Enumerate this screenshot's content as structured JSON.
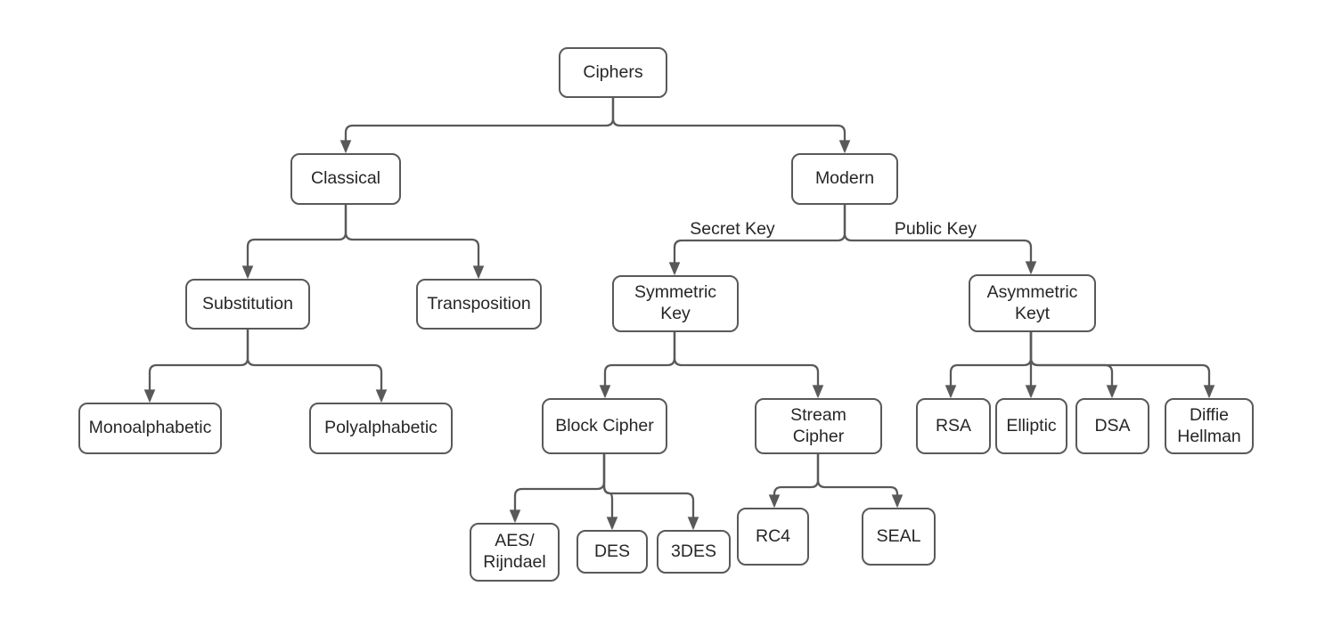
{
  "diagram": {
    "type": "tree",
    "root_label": "Ciphers",
    "colors": {
      "line": "#595959",
      "node_border": "#595959",
      "node_fill": "#ffffff",
      "text": "#262626",
      "background": "#ffffff"
    }
  },
  "nodes": {
    "ciphers": {
      "label": "Ciphers"
    },
    "classical": {
      "label": "Classical"
    },
    "modern": {
      "label": "Modern"
    },
    "substitution": {
      "label": "Substitution"
    },
    "transposition": {
      "label": "Transposition"
    },
    "symmetric_key": {
      "label": "Symmetric\nKey"
    },
    "asymmetric_keyt": {
      "label": "Asymmetric\nKeyt"
    },
    "monoalphabetic": {
      "label": "Monoalphabetic"
    },
    "polyalphabetic": {
      "label": "Polyalphabetic"
    },
    "block_cipher": {
      "label": "Block Cipher"
    },
    "stream_cipher": {
      "label": "Stream\nCipher"
    },
    "rsa": {
      "label": "RSA"
    },
    "elliptic": {
      "label": "Elliptic"
    },
    "dsa": {
      "label": "DSA"
    },
    "diffie_hellman": {
      "label": "Diffie\nHellman"
    },
    "aes_rijndael": {
      "label": "AES/\nRijndael"
    },
    "des": {
      "label": "DES"
    },
    "tdes": {
      "label": "3DES"
    },
    "rc4": {
      "label": "RC4"
    },
    "seal": {
      "label": "SEAL"
    }
  },
  "edge_labels": {
    "secret_key": "Secret Key",
    "public_key": "Public Key"
  },
  "edges": [
    {
      "from": "ciphers",
      "to": "classical"
    },
    {
      "from": "ciphers",
      "to": "modern"
    },
    {
      "from": "classical",
      "to": "substitution"
    },
    {
      "from": "classical",
      "to": "transposition"
    },
    {
      "from": "modern",
      "to": "symmetric_key",
      "label": "Secret Key"
    },
    {
      "from": "modern",
      "to": "asymmetric_keyt",
      "label": "Public Key"
    },
    {
      "from": "substitution",
      "to": "monoalphabetic"
    },
    {
      "from": "substitution",
      "to": "polyalphabetic"
    },
    {
      "from": "symmetric_key",
      "to": "block_cipher"
    },
    {
      "from": "symmetric_key",
      "to": "stream_cipher"
    },
    {
      "from": "asymmetric_keyt",
      "to": "rsa"
    },
    {
      "from": "asymmetric_keyt",
      "to": "elliptic"
    },
    {
      "from": "asymmetric_keyt",
      "to": "dsa"
    },
    {
      "from": "asymmetric_keyt",
      "to": "diffie_hellman"
    },
    {
      "from": "block_cipher",
      "to": "aes_rijndael"
    },
    {
      "from": "block_cipher",
      "to": "des"
    },
    {
      "from": "block_cipher",
      "to": "tdes"
    },
    {
      "from": "stream_cipher",
      "to": "rc4"
    },
    {
      "from": "stream_cipher",
      "to": "seal"
    }
  ]
}
